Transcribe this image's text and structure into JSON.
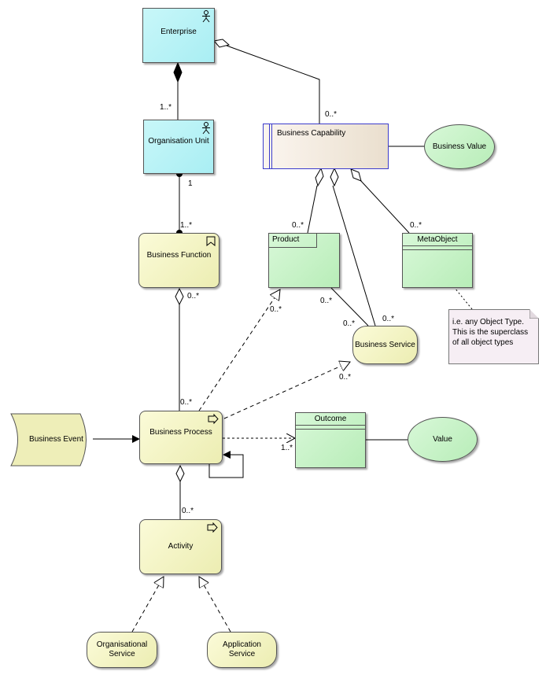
{
  "nodes": {
    "enterprise": "Enterprise",
    "organisation_unit": "Organisation Unit",
    "business_capability": "Business Capability",
    "business_value": "Business Value",
    "business_function": "Business Function",
    "product": "Product",
    "metaobject": "MetaObject",
    "business_service": "Business Service",
    "business_event": "Business Event",
    "business_process": "Business Process",
    "outcome": "Outcome",
    "value": "Value",
    "activity": "Activity",
    "organisational_service": "Organisational Service",
    "application_service": "Application Service"
  },
  "note": {
    "line1": "i.e. any Object Type.",
    "line2": "This is the superclass",
    "line3": "of all object types"
  },
  "multiplicities": {
    "ent_org": "1..*",
    "ent_cap": "0..*",
    "org_func_top": "1",
    "org_func_bottom": "1..*",
    "func_proc_top": "0..*",
    "func_proc_bottom": "0..*",
    "cap_product": "0..*",
    "cap_meta": "0..*",
    "product_service_a": "0..*",
    "product_service_b": "0..*",
    "cap_service": "0..*",
    "proc_product": "0..*",
    "proc_service": "0..*",
    "proc_outcome": "1..*",
    "proc_activity": "0..*"
  }
}
